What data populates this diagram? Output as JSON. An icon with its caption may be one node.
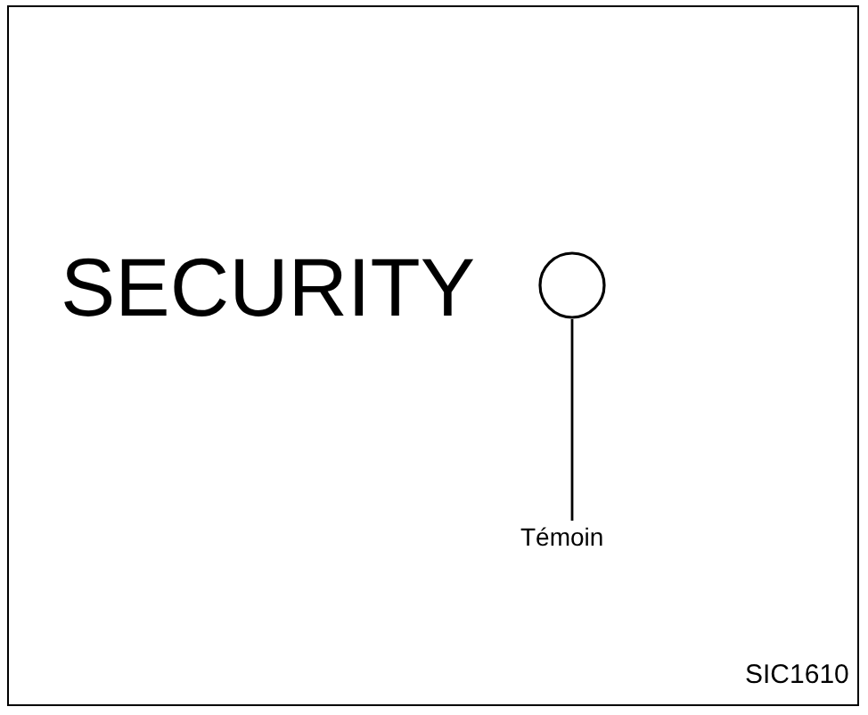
{
  "diagram": {
    "nodes": [
      {
        "text": [
          "Témoin"
        ]
      },
      {
        "text": [],
        "shape": "circle"
      }
    ],
    "edges": [
      {
        "from": 0,
        "to": 1,
        "arrow": "none"
      }
    ],
    "labels": [
      "SECURITY",
      "SIC1610"
    ]
  }
}
